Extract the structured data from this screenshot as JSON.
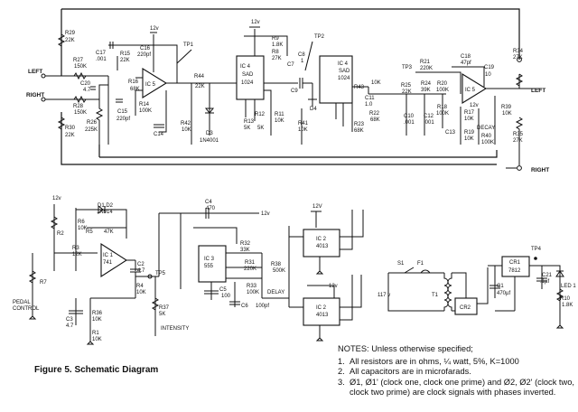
{
  "figure": {
    "caption": "Figure 5. Schematic Diagram"
  },
  "notes": {
    "heading": "NOTES:  Unless otherwise specified;",
    "items": [
      {
        "num": "1.",
        "text": "All resistors are in ohms, ¼ watt, 5%, K=1000"
      },
      {
        "num": "2.",
        "text": "All capacitors are in microfarads."
      },
      {
        "num": "3.",
        "text": "Ø1, Ø1' (clock one, clock one prime) and Ø2, Ø2' (clock two, clock two prime) are clock signals with phases inverted."
      }
    ]
  },
  "labels": {
    "left_in": "LEFT",
    "right_in": "RIGHT",
    "left_out": "LEFT",
    "right_out": "RIGHT",
    "r29": "R29",
    "r29v": "22K",
    "r27": "R27",
    "r27v": "150K",
    "r28": "R28",
    "r28v": "150K",
    "r30": "R30",
    "r30v": "22K",
    "r26": "R26",
    "r26v": "225K",
    "c17": "C17",
    "c17v": ".001",
    "r15": "R15",
    "r15v": "22K",
    "c16": "C16",
    "c16v": "220pf",
    "c20": "C20",
    "c20v": "4.7",
    "c15": "C15",
    "c15v": "220pf",
    "r16": "R16",
    "r16v": "68K",
    "r14": "R14",
    "r14v": "100K",
    "c14": "C14",
    "ic5a": "IC 5",
    "tp1": "TP1",
    "r44": "R44",
    "r44v": "22K",
    "r42": "R42",
    "r42v": "10K",
    "d3": "D3",
    "d3v": "1N4001",
    "ic4a": "IC 4",
    "ic4a2": "SAD",
    "ic4a3": "1024",
    "r9": "R9",
    "r9v": "1.8K",
    "r8": "R8",
    "r8v": "27K",
    "c7": "C7",
    "c8": "C8",
    "c8v": "1",
    "tp2": "TP2",
    "r11": "R11",
    "r11v": "10K",
    "r12": "R12",
    "r12v": "5K",
    "r13": "R13",
    "r13v": "5K",
    "c9": "C9",
    "d4": "D4",
    "r41": "R41",
    "r41v": "10K",
    "ic4b": "IC 4",
    "ic4b2": "SAD",
    "ic4b3": "1024",
    "r43": "R43",
    "r43v": "10K",
    "c11": "C11",
    "c11v": "1.0",
    "r22": "R22",
    "r22v": "68K",
    "r23": "R23",
    "r23v": "68K",
    "tp3": "TP3",
    "r25": "R25",
    "r25v": "22K",
    "r21": "R21",
    "r21v": "220K",
    "r24": "R24",
    "r24v": "39K",
    "r20": "R20",
    "r20v": "100K",
    "c18": "C18",
    "c18v": "47pf",
    "r18": "R18",
    "r18v": "100K",
    "c10": "C10",
    "c10v": ".001",
    "c12": "C12",
    "c12v": ".001",
    "ic5b": "IC 5",
    "r17": "R17",
    "r17v": "10K",
    "c13": "C13",
    "r19": "R19",
    "r19v": "10K",
    "decay": "DECAY",
    "r40": "R40",
    "r40v": "100K",
    "c19": "C19",
    "c19v": "10",
    "r34": "R34",
    "r34v": "27K",
    "r39": "R39",
    "r39v": "10K",
    "r35": "R35",
    "r35v": "27K",
    "v12a": "12v",
    "v12b": "12v",
    "v12c": "12v",
    "v12d": "12v",
    "v12e": "12v",
    "v12f": "12V",
    "v12g": "12v",
    "r2": "R2",
    "r3": "R3",
    "r3v": "12K",
    "r6": "R6",
    "r6v": "10K",
    "r5": "R5",
    "r5v": "47K",
    "d1d2": "D1,D2",
    "d1d2v": "1N914",
    "ic1": "IC 1",
    "ic1v": "741",
    "c2": "C2",
    "c2v": "4.7",
    "r4": "R4",
    "r4v": "10K",
    "r7": "R7",
    "pedal": "PEDAL",
    "control": "CONTROL",
    "c3": "C3",
    "c3v": "4.7",
    "r36": "R36",
    "r36v": "10K",
    "r1": "R1",
    "r1v": "10K",
    "tp5": "TP5",
    "r37": "R37",
    "r37v": "5K",
    "intensity": "INTENSITY",
    "c4": "C4",
    "c4v": "470",
    "ic3": "IC 3",
    "ic3v": "555",
    "r32": "R32",
    "r32v": "33K",
    "r31": "R31",
    "r31v": "220K",
    "r38": "R38",
    "r38v": "500K",
    "delay": "DELAY",
    "r33": "R33",
    "r33v": "100K",
    "c5": "C5",
    "c5v": "100",
    "c6": "C6",
    "c6v": "100pf",
    "ic2a": "IC 2",
    "ic2a2": "4013",
    "ic2b": "IC 2",
    "ic2b2": "4013",
    "s1": "S1",
    "f1": "F1",
    "v117": "117 v",
    "t1": "T1",
    "cr1": "CR1",
    "cr1v": "7812",
    "c1": "C1",
    "c1v": "470µf",
    "cr2": "CR2",
    "tp4": "TP4",
    "c21": "C21",
    "c21v": ".1µf",
    "led1": "LED 1",
    "r10": "R10",
    "r10v": "1.8K"
  }
}
